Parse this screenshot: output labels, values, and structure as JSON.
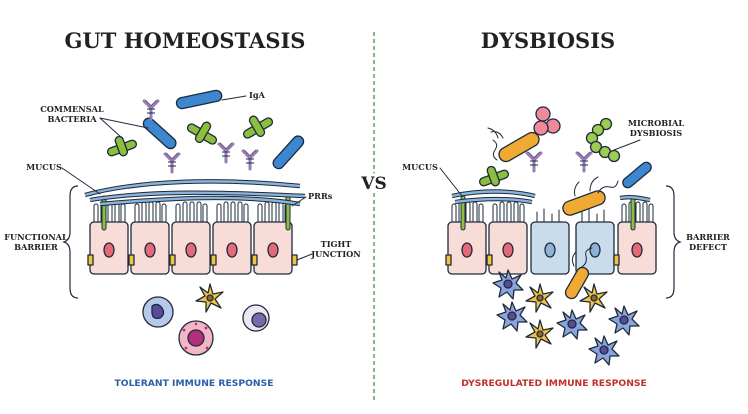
{
  "left": {
    "title": "GUT HOMEOSTASIS",
    "labels": {
      "commensal_1": "COMMENSAL",
      "commensal_2": "BACTERIA",
      "iga": "IgA",
      "mucus": "MUCUS",
      "prrs": "PRRs",
      "functional_1": "FUNCTIONAL",
      "functional_2": "BARRIER",
      "tight_1": "TIGHT",
      "tight_2": "JUNCTION"
    },
    "response": "TOLERANT IMMUNE RESPONSE"
  },
  "right": {
    "title": "DYSBIOSIS",
    "labels": {
      "mucus": "MUCUS",
      "microbial_1": "MICROBIAL",
      "microbial_2": "DYSBIOSIS",
      "barrier_1": "BARRIER",
      "barrier_2": "DEFECT"
    },
    "response": "DYSREGULATED IMMUNE RESPONSE"
  },
  "vs": "VS",
  "colors": {
    "tolerant": "#2a5fa8",
    "dysregulated": "#c0302a",
    "divider": "#4f9a4f",
    "cell": "#f7dcd8",
    "cell_damaged": "#c9dcec",
    "nucleus": "#e36a78",
    "junction": "#f0c440",
    "mucus": "#8ab4dc",
    "bacteria_blue": "#3d86d0",
    "bacteria_green": "#8cbf3f",
    "iga_purple": "#9a7ab8",
    "bacteria_orange": "#f0aa34",
    "immune_purple": "#7a6aa8",
    "dendritic_yellow": "#f3c342"
  }
}
